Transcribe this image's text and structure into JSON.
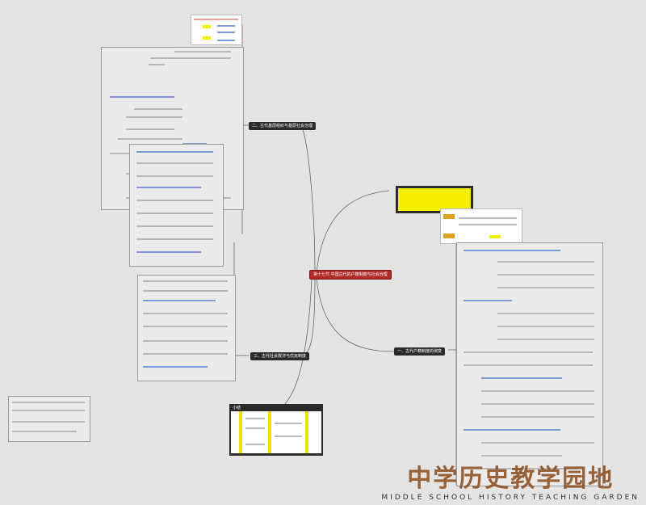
{
  "central_topic": "第十七节 中国古代的户籍制度与社会治理",
  "branches": [
    {
      "label": "一、古代户籍制度的演变"
    },
    {
      "label": "二、古代基层组织与基层社会治理"
    },
    {
      "label": "三、古代社会救济与优抚制度"
    }
  ],
  "summary": {
    "title": "小结"
  },
  "watermark": {
    "title": "中学历史教学园地",
    "subtitle": "MIDDLE SCHOOL HISTORY TEACHING GARDEN"
  },
  "colors": {
    "central": "#b02a2a",
    "branch": "#2b2b2b",
    "highlight": "#f4f000",
    "background": "#e4e4e4"
  }
}
